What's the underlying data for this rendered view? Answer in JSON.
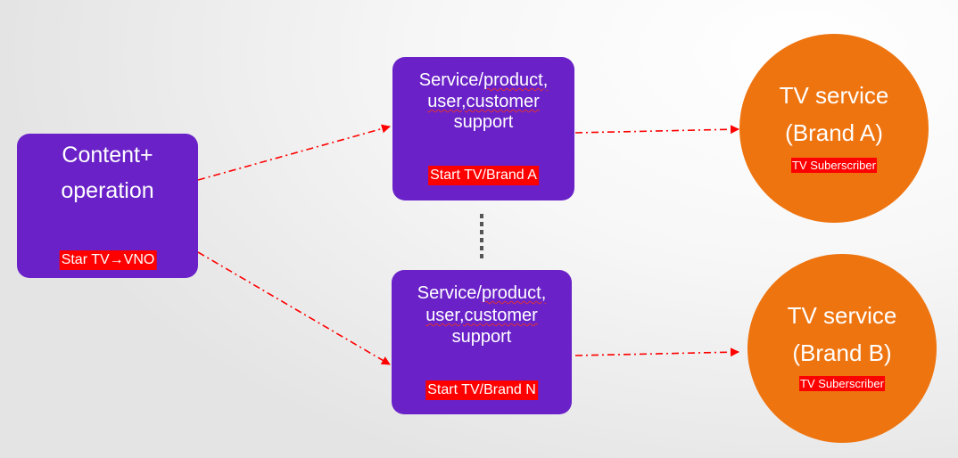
{
  "operator": {
    "line1": "Content+",
    "line2": "operation",
    "tag_prefix": "Star TV",
    "tag_arrow": "→",
    "tag_suffix": "VNO"
  },
  "services": [
    {
      "line1_a": "Service/",
      "line1_b": "product,",
      "line2": "user,customer",
      "line3": "support",
      "tag": "Start TV/Brand A"
    },
    {
      "line1_a": "Service/",
      "line1_b": "product,",
      "line2": "user,customer",
      "line3": "support",
      "tag": "Start TV/Brand N"
    }
  ],
  "brands": [
    {
      "line1": "TV service",
      "line2": "(Brand A)",
      "tag": "TV Suberscriber"
    },
    {
      "line1": "TV service",
      "line2": "(Brand B)",
      "tag": "TV Suberscriber"
    }
  ],
  "colors": {
    "box": "#6a22c8",
    "circle": "#ee7410",
    "tag": "#ff0000",
    "connector": "#ff0000",
    "ellipsis": "#555555"
  }
}
